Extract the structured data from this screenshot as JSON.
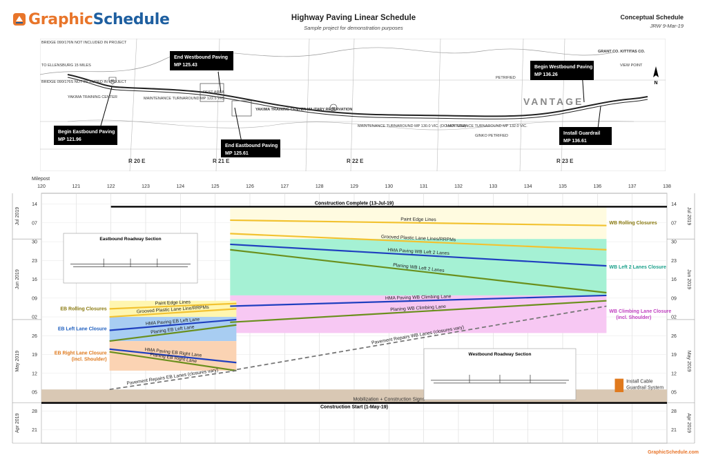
{
  "header": {
    "logo_part1": "Graphic",
    "logo_part2": "Schedule",
    "title": "Highway Paving Linear Schedule",
    "subtitle": "Sample project for demonstration purposes",
    "right_title": "Conceptual Schedule",
    "right_subtitle": "JRW  9-Mar-19"
  },
  "colors": {
    "brand_orange": "#e8752a",
    "brand_blue": "#1e5fa0",
    "construction_black": "#000000",
    "paint_yellow": "#f2c230",
    "hma_blue": "#1f3fbf",
    "planing_green": "#6a8f1c",
    "repairs_gray": "#777777",
    "wb_rolling_fill": "#fffbe0",
    "wb_left_fill": "#a5f1d4",
    "wb_climb_fill": "#f7c8f3",
    "eb_rolling_fill": "#fff6b0",
    "eb_left_fill": "#a8cdf2",
    "eb_right_fill": "#fbd3b3",
    "mobilization_fill": "#d9c8b4",
    "cable_fill": "#e07a1e"
  },
  "map": {
    "labels": [
      "BRIDGE 090/176N NOT INCLUDED IN PROJECT",
      "TO ELLENSBURG 15 MILES",
      "BRIDGE 090/176S NOT INCLUDED IN PROJECT",
      "YAKIMA TRAINING CENTER",
      "REST AREA",
      "YAKIMA TRAINING CENTER MILITARY RESERVATION",
      "MAINTENANCE TURNAROUND MP 122.5 VIC.",
      "MAINTENANCE TURNAROUND MP 130.0 VIC. (DO NOT USE)",
      "MAINTENANCE TURNAROUND MP 132.0 VIC.",
      "PETRIFIED",
      "GINKO PETRIFIED",
      "VANTAGE",
      "GRANT CO. KITTITAS CO.",
      "VIEW POINT",
      "R 20 E",
      "R 21 E",
      "R 22 E",
      "R 23 E"
    ],
    "callouts": [
      {
        "text": "End Westbound Paving",
        "mp": "MP 125.43"
      },
      {
        "text": "Begin Westbound Paving",
        "mp": "MP 136.26"
      },
      {
        "text": "Begin Eastbound Paving",
        "mp": "MP 121.96"
      },
      {
        "text": "End Eastbound Paving",
        "mp": "MP 125.61"
      },
      {
        "text": "Install Guardrail",
        "mp": "MP 136.61"
      }
    ]
  },
  "chart_data": {
    "type": "linear_schedule",
    "xlabel": "Milepost",
    "x_ticks": [
      120,
      121,
      122,
      123,
      124,
      125,
      126,
      127,
      128,
      129,
      130,
      131,
      132,
      133,
      134,
      135,
      136,
      137,
      138
    ],
    "xlim": [
      120,
      138
    ],
    "y_start": "2019-04-16",
    "y_end": "2019-07-18",
    "y_ticks": [
      {
        "date": "2019-04-21",
        "label": "21"
      },
      {
        "date": "2019-04-28",
        "label": "28"
      },
      {
        "date": "2019-05-05",
        "label": "05"
      },
      {
        "date": "2019-05-12",
        "label": "12"
      },
      {
        "date": "2019-05-19",
        "label": "19"
      },
      {
        "date": "2019-05-26",
        "label": "26"
      },
      {
        "date": "2019-06-02",
        "label": "02"
      },
      {
        "date": "2019-06-09",
        "label": "09"
      },
      {
        "date": "2019-06-16",
        "label": "16"
      },
      {
        "date": "2019-06-23",
        "label": "23"
      },
      {
        "date": "2019-06-30",
        "label": "30"
      },
      {
        "date": "2019-07-07",
        "label": "07"
      },
      {
        "date": "2019-07-14",
        "label": "14"
      }
    ],
    "months": [
      {
        "label": "Apr 2019",
        "from": "2019-04-16",
        "to": "2019-05-01"
      },
      {
        "label": "May 2019",
        "from": "2019-05-01",
        "to": "2019-06-01"
      },
      {
        "label": "Jun 2019",
        "from": "2019-06-01",
        "to": "2019-07-01"
      },
      {
        "label": "Jul 2019",
        "from": "2019-07-01",
        "to": "2019-07-18"
      }
    ],
    "milestones": [
      {
        "label": "Construction Complete (13-Jul-19)",
        "date": "2019-07-13",
        "x1": 122,
        "x2": 138
      },
      {
        "label": "Construction Start (1-May-19)",
        "date": "2019-05-01",
        "x1": 120,
        "x2": 138
      }
    ],
    "zones": [
      {
        "label": "WB Rolling Closures",
        "x1": 125.43,
        "x2": 136.26,
        "d1": "2019-07-01",
        "d2": "2019-07-13",
        "color": "wb_rolling_fill"
      },
      {
        "label": "WB Left 2 Lanes Closure",
        "x1": 125.43,
        "x2": 136.26,
        "d1": "2019-06-10",
        "d2": "2019-07-01",
        "color": "wb_left_fill"
      },
      {
        "label": "WB Climbing Lane Closure",
        "label2": "(incl. Shoulder)",
        "x1": 125.43,
        "x2": 136.26,
        "d1": "2019-05-27",
        "d2": "2019-06-10",
        "color": "wb_climb_fill"
      },
      {
        "label": "EB Rolling Closures",
        "x1": 121.96,
        "x2": 125.61,
        "d1": "2019-06-02",
        "d2": "2019-06-08",
        "color": "eb_rolling_fill"
      },
      {
        "label": "EB Left Lane Closure",
        "x1": 121.96,
        "x2": 125.61,
        "d1": "2019-05-24",
        "d2": "2019-06-02",
        "color": "eb_left_fill"
      },
      {
        "label": "EB Right Lane Closure",
        "label2": "(incl. Shoulder)",
        "x1": 121.96,
        "x2": 125.61,
        "d1": "2019-05-13",
        "d2": "2019-05-24",
        "color": "eb_right_fill"
      }
    ],
    "activities": [
      {
        "label": "Paint Edge Lines",
        "x1": 125.43,
        "d1": "2019-07-08",
        "x2": 136.26,
        "d2": "2019-07-06",
        "color": "paint_yellow",
        "style": "solid"
      },
      {
        "label": "Grooved Plastic Lane Lines/RRPMs",
        "x1": 125.43,
        "d1": "2019-07-03",
        "x2": 136.26,
        "d2": "2019-06-27",
        "color": "paint_yellow",
        "style": "solid"
      },
      {
        "label": "HMA Paving WB Left 2 Lanes",
        "x1": 125.43,
        "d1": "2019-06-29",
        "x2": 136.26,
        "d2": "2019-06-21",
        "color": "hma_blue",
        "style": "solid"
      },
      {
        "label": "Planing WB Left 2 Lanes",
        "x1": 125.43,
        "d1": "2019-06-27",
        "x2": 136.26,
        "d2": "2019-06-11",
        "color": "planing_green",
        "style": "solid"
      },
      {
        "label": "HMA Paving WB Climbing Lane",
        "x1": 125.43,
        "d1": "2019-06-06",
        "x2": 136.26,
        "d2": "2019-06-10",
        "color": "hma_blue",
        "style": "solid"
      },
      {
        "label": "Planing WB Climbing Lane",
        "x1": 125.43,
        "d1": "2019-05-31",
        "x2": 136.26,
        "d2": "2019-06-08",
        "color": "planing_green",
        "style": "solid"
      },
      {
        "label": "Pavement Repairs WB Lanes (closures vary)",
        "x1": 125.43,
        "d1": "2019-05-13",
        "x2": 136.26,
        "d2": "2019-06-06",
        "color": "repairs_gray",
        "style": "dashed"
      },
      {
        "label": "Paint Edge Lines",
        "x1": 121.96,
        "d1": "2019-06-05",
        "x2": 125.61,
        "d2": "2019-06-07",
        "color": "paint_yellow",
        "style": "solid"
      },
      {
        "label": "Grooved Plastic Lane Line/RRPMs",
        "x1": 121.96,
        "d1": "2019-06-02",
        "x2": 125.61,
        "d2": "2019-06-05",
        "color": "paint_yellow",
        "style": "solid"
      },
      {
        "label": "HMA Paving EB Left Lane",
        "x1": 121.96,
        "d1": "2019-05-28",
        "x2": 125.61,
        "d2": "2019-06-01",
        "color": "hma_blue",
        "style": "solid"
      },
      {
        "label": "Planing EB Left Lane",
        "x1": 121.96,
        "d1": "2019-05-24",
        "x2": 125.61,
        "d2": "2019-05-30",
        "color": "planing_green",
        "style": "solid"
      },
      {
        "label": "HMA Paving EB Right Lane",
        "x1": 121.96,
        "d1": "2019-05-21",
        "x2": 125.61,
        "d2": "2019-05-16",
        "color": "hma_blue",
        "style": "solid"
      },
      {
        "label": "Planing EB Right Lane",
        "x1": 121.96,
        "d1": "2019-05-20",
        "x2": 125.61,
        "d2": "2019-05-13",
        "color": "planing_green",
        "style": "solid"
      },
      {
        "label": "Pavement Repairs EB Lanes (closures vary)",
        "x1": 121.96,
        "d1": "2019-05-06",
        "x2": 125.61,
        "d2": "2019-05-13",
        "color": "repairs_gray",
        "style": "dashed"
      }
    ],
    "mobilization": {
      "label": "Mobilization + Construction Signs",
      "d1": "2019-05-01",
      "d2": "2019-05-06",
      "x1": 120,
      "x2": 138
    },
    "cable": {
      "label": "Install Cable",
      "label2": "Guardrail System",
      "x1": 136.5,
      "x2": 136.75,
      "d1": "2019-05-05",
      "d2": "2019-05-10"
    },
    "sections": [
      {
        "title": "Eastbound Roadway Section"
      },
      {
        "title": "Westbound Roadway Section"
      }
    ]
  },
  "footer": {
    "text": "GraphicSchedule.com"
  }
}
